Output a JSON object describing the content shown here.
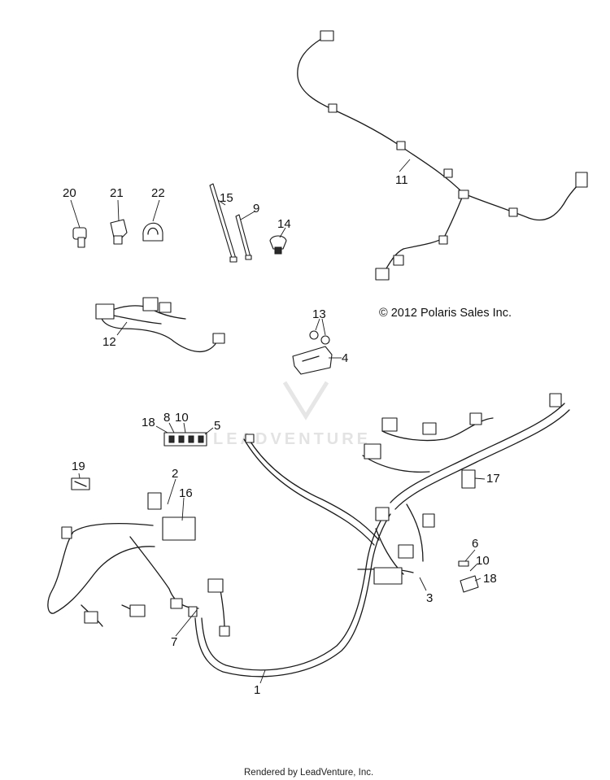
{
  "callouts": {
    "c1": "1",
    "c2": "2",
    "c3": "3",
    "c4": "4",
    "c5": "5",
    "c6": "6",
    "c7": "7",
    "c8": "8",
    "c9": "9",
    "c10a": "10",
    "c10b": "10",
    "c11": "11",
    "c12": "12",
    "c13": "13",
    "c14": "14",
    "c15": "15",
    "c16": "16",
    "c17": "17",
    "c18a": "18",
    "c18b": "18",
    "c19": "19",
    "c20": "20",
    "c21": "21",
    "c22": "22"
  },
  "copyright": "© 2012 Polaris Sales Inc.",
  "watermark": "LEADVENTURE",
  "footer": "Rendered by LeadVenture, Inc.",
  "colors": {
    "line": "#1a1a1a",
    "background": "#ffffff",
    "watermark": "#e3e3e3"
  }
}
